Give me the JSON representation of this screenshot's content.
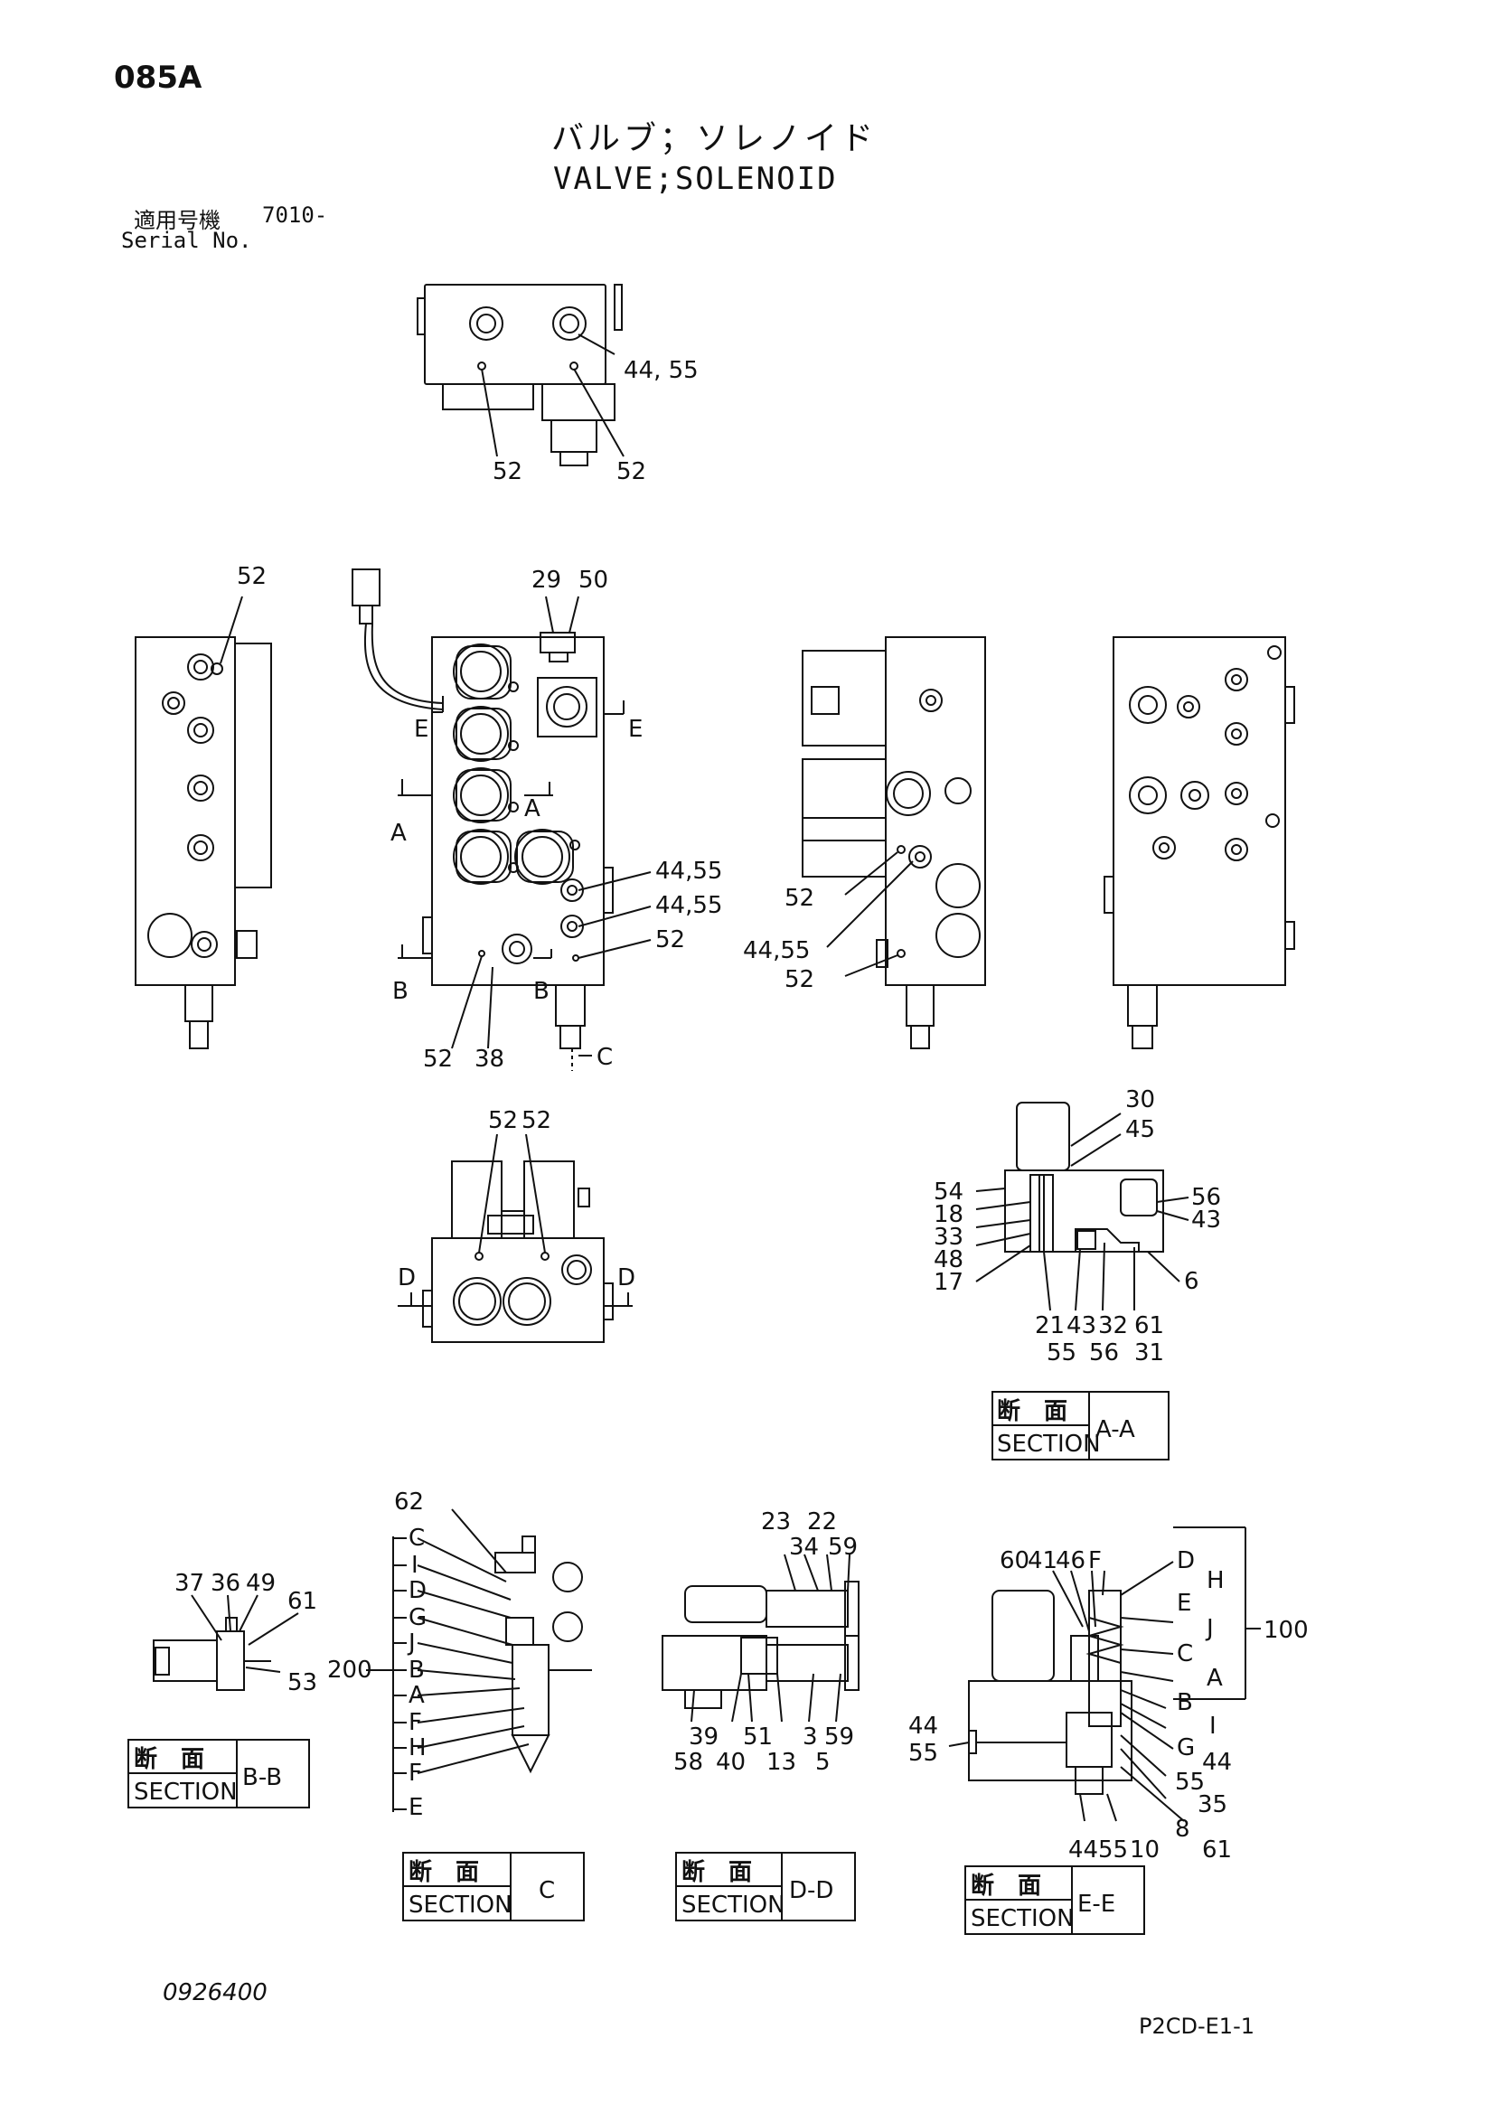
{
  "header": {
    "code": "085A",
    "title_jp": "バルブ；ソレノイド",
    "title_en": "VALVE;SOLENOID",
    "serial_label_jp": "適用号機",
    "serial_number": "7010-",
    "serial_label_en": "Serial No."
  },
  "footer": {
    "doc_number": "0926400",
    "page_ref": "P2CD-E1-1"
  },
  "top_view": {
    "labels": [
      "44, 55",
      "52",
      "52"
    ]
  },
  "left_side_view": {
    "labels": [
      "52"
    ]
  },
  "front_view": {
    "labels": [
      "29",
      "50",
      "E",
      "E",
      "A",
      "A",
      "44,55",
      "44,55",
      "52",
      "B",
      "B",
      "52",
      "38",
      "C"
    ]
  },
  "right_side_view": {
    "labels": [
      "52",
      "44,55",
      "52"
    ]
  },
  "lower_view": {
    "labels": [
      "52",
      "52",
      "D",
      "D"
    ]
  },
  "section_aa": {
    "labels": [
      "30",
      "45",
      "54",
      "18",
      "33",
      "48",
      "17",
      "56",
      "43",
      "6",
      "21",
      "43",
      "32",
      "61",
      "55",
      "56",
      "31"
    ],
    "box": {
      "jp": "断　面",
      "en": "SECTION",
      "id": "A-A"
    }
  },
  "section_bb": {
    "labels": [
      "37",
      "36",
      "49",
      "61",
      "53"
    ],
    "box": {
      "jp": "断　面",
      "en": "SECTION",
      "id": "B-B"
    }
  },
  "section_c": {
    "labels": [
      "62",
      "C",
      "I",
      "D",
      "G",
      "J",
      "B",
      "A",
      "F",
      "H",
      "F",
      "E",
      "200"
    ],
    "box": {
      "jp": "断　面",
      "en": "SECTION",
      "id": "C"
    }
  },
  "section_dd": {
    "labels": [
      "23",
      "22",
      "34",
      "59",
      "39",
      "51",
      "3",
      "59",
      "58",
      "40",
      "13",
      "5"
    ],
    "box": {
      "jp": "断　面",
      "en": "SECTION",
      "id": "D-D"
    }
  },
  "section_ee": {
    "labels": [
      "60",
      "41",
      "46",
      "F",
      "D",
      "H",
      "E",
      "J",
      "100",
      "C",
      "A",
      "B",
      "I",
      "G",
      "44",
      "55",
      "35",
      "8",
      "61",
      "44",
      "55",
      "10",
      "44",
      "55"
    ],
    "box": {
      "jp": "断　面",
      "en": "SECTION",
      "id": "E-E"
    }
  }
}
